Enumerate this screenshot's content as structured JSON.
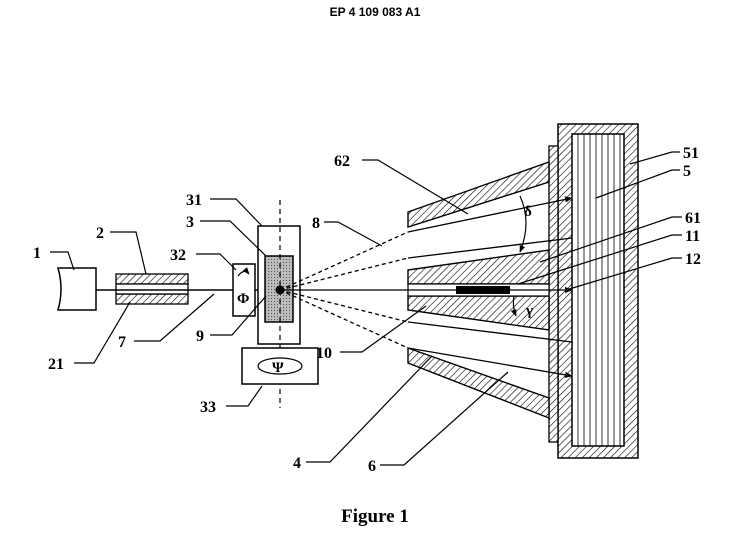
{
  "header": {
    "text": "EP 4 109 083 A1"
  },
  "caption": {
    "text": "Figure 1"
  },
  "labels": {
    "l1": "1",
    "l2": "2",
    "l21": "21",
    "l3": "3",
    "l31": "31",
    "l32": "32",
    "l33": "33",
    "l4": "4",
    "l5": "5",
    "l51": "51",
    "l6": "6",
    "l61": "61",
    "l62": "62",
    "l7": "7",
    "l8": "8",
    "l9": "9",
    "l10": "10",
    "l11": "11",
    "l12": "12"
  },
  "symbols": {
    "phi": "Φ",
    "psi": "Ψ",
    "delta": "δ",
    "gamma": "γ"
  }
}
